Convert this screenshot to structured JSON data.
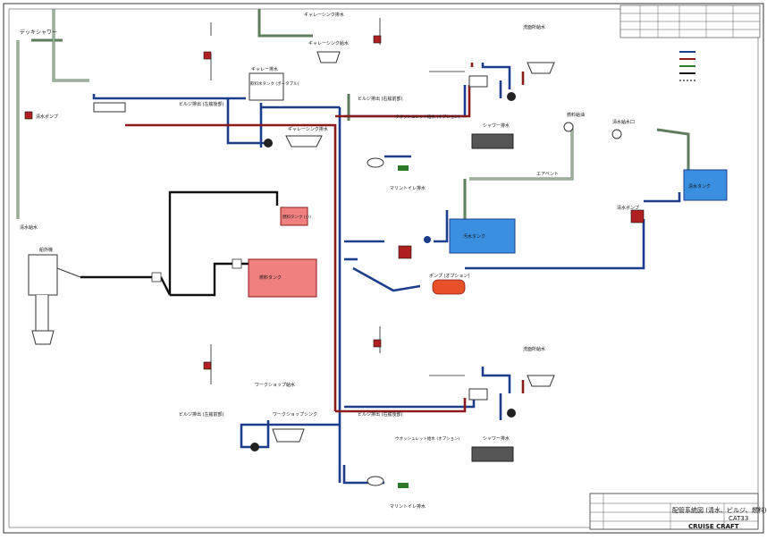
{
  "labels": {
    "deck_shower": "デッキシャワー",
    "fresh_pump_left": "清水ポンプ",
    "fresh_inlet": "清水給水",
    "galley_sink_drain": "ギャレーシンク排水",
    "galley_sink_outlet": "ギャレーシンク給水",
    "galley_drain_bottom": "ギャレーシンク排水",
    "galley_tank": "ギャレー排水",
    "portable_tank": "飲料水タンク (ポータブル)",
    "bilge_pipe_top": "ビルジ排出 (左舷後部)",
    "bilge_pipe_mid": "ビルジ排出 (右舷前部)",
    "bilge_pipe_left_bottom": "ビルジ排出 (左舷前部)",
    "bilge_pipe_right_bottom": "ビルジ排出 (右舷後部)",
    "washbasin_top": "洗面所給水",
    "washbasin_bottom": "洗面所給水",
    "shower_drain_top": "シャワー排水",
    "shower_drain_bottom": "シャワー排水",
    "shower_top": "ウオッシュレット給水 (オプション)",
    "shower_bottom": "ウオッシュレット給水 (オプション)",
    "marine_toilet_top": "マリントイレ排水",
    "marine_toilet_bottom": "マリントイレ排水",
    "fuel_tank_small": "燃料タンク (小)",
    "fuel_tank_big": "燃料タンク",
    "waste_tank": "汚水タンク",
    "fresh_tank_right": "清水タンク",
    "fresh_pump_right": "清水ポンプ",
    "fuel_inlet": "燃料給油",
    "water_inlet": "清水給水口",
    "ventilation": "エアベント",
    "workshop_drain": "ワークショップ給水",
    "workshop_sink": "ワークショップシンク",
    "pump_option": "ポンプ (オプション)",
    "engine": "船外機"
  },
  "title_block": {
    "title": "配管系統図 (清水、ビルジ、燃料)",
    "number": "CAT33",
    "brand": "CRUISE CRAFT"
  }
}
